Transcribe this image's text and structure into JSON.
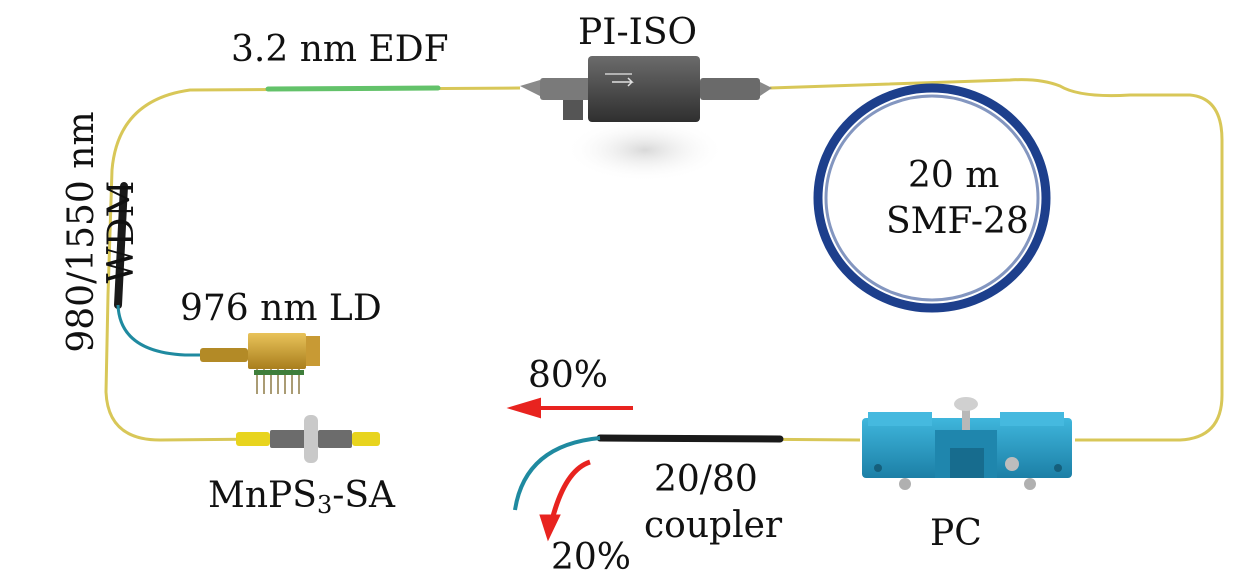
{
  "labels": {
    "edf": "3.2 nm EDF",
    "isolator": "PI-ISO",
    "smf_line1": "20 m",
    "smf_line2": "SMF-28",
    "wdm_line1": "980/1550 nm",
    "wdm_line2": "WDM",
    "ld": "976 nm LD",
    "sa_prefix": "MnPS",
    "sa_subscript": "3",
    "sa_suffix": "-SA",
    "coupler_line1": "20/80",
    "coupler_line2": "coupler",
    "pc": "PC",
    "output_80": "80%",
    "output_20": "20%"
  },
  "colors": {
    "fiber": "#d8c758",
    "edf": "#63c26a",
    "smf_coil": "#1d3f8c",
    "wdm": "#1a1a1a",
    "coupler": "#1a1a1a",
    "ld_body": "#c9a233",
    "pc_body": "#2a9bc4",
    "arrow": "#e8231f",
    "output_fiber": "#1f8aa0"
  }
}
